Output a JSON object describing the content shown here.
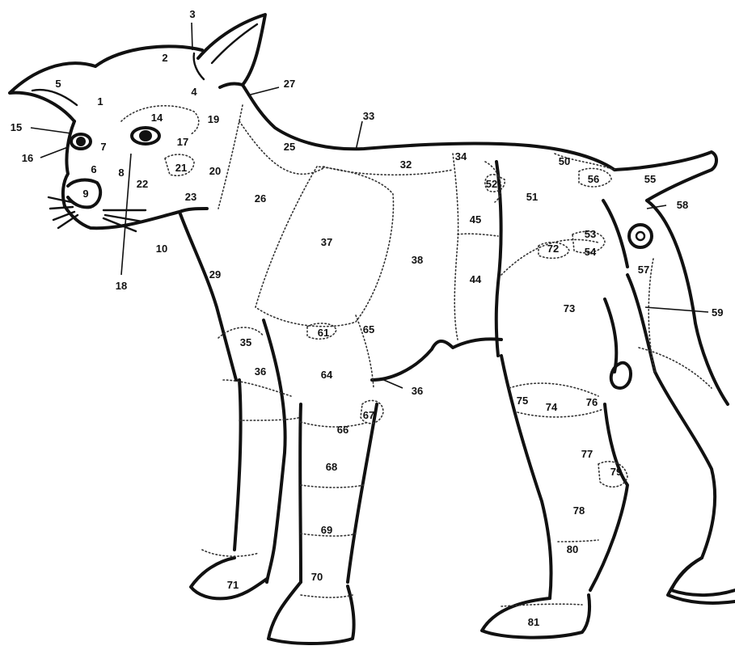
{
  "diagram": {
    "labels": {
      "l1": "1",
      "l2": "2",
      "l3": "3",
      "l4": "4",
      "l5": "5",
      "l6": "6",
      "l7": "7",
      "l8": "8",
      "l9": "9",
      "l10": "10",
      "l14": "14",
      "l15": "15",
      "l16": "16",
      "l17": "17",
      "l18": "18",
      "l19": "19",
      "l20": "20",
      "l21": "21",
      "l22": "22",
      "l23": "23",
      "l25": "25",
      "l26": "26",
      "l27": "27",
      "l29": "29",
      "l32": "32",
      "l33": "33",
      "l34": "34",
      "l35": "35",
      "l36a": "36",
      "l36b": "36",
      "l37": "37",
      "l38": "38",
      "l44": "44",
      "l45": "45",
      "l50": "50",
      "l51": "51",
      "l52": "52",
      "l53": "53",
      "l54": "54",
      "l55": "55",
      "l56": "56",
      "l57": "57",
      "l58": "58",
      "l59": "59",
      "l61": "61",
      "l64": "64",
      "l65": "65",
      "l66": "66",
      "l67": "67",
      "l68": "68",
      "l69": "69",
      "l70": "70",
      "l71": "71",
      "l72": "72",
      "l73": "73",
      "l74": "74",
      "l75": "75",
      "l76": "76",
      "l77": "77",
      "l78": "78",
      "l79": "79",
      "l80": "80",
      "l81": "81"
    }
  }
}
